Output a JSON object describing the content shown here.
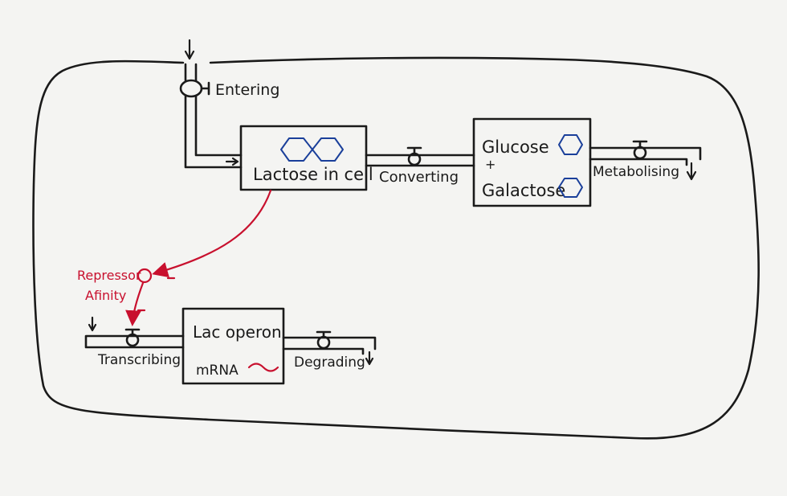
{
  "labels": {
    "entering": "Entering",
    "lactose_in_cell": "Lactose in cell",
    "converting": "Converting",
    "glucose": "Glucose",
    "plus": "+",
    "galactose": "Galactose",
    "metabolising": "Metabolising",
    "repressor_line1": "Repressor",
    "repressor_line2": "Afinity",
    "minus": "-",
    "lac_operon": "Lac operon",
    "mrna": "mRNA",
    "transcribing": "Transcribing",
    "degrading": "Degrading"
  },
  "colors": {
    "ink": "#1a1a1a",
    "regulation": "#c8102e",
    "molecule": "#1a3f9a",
    "background": "#f4f4f2"
  }
}
